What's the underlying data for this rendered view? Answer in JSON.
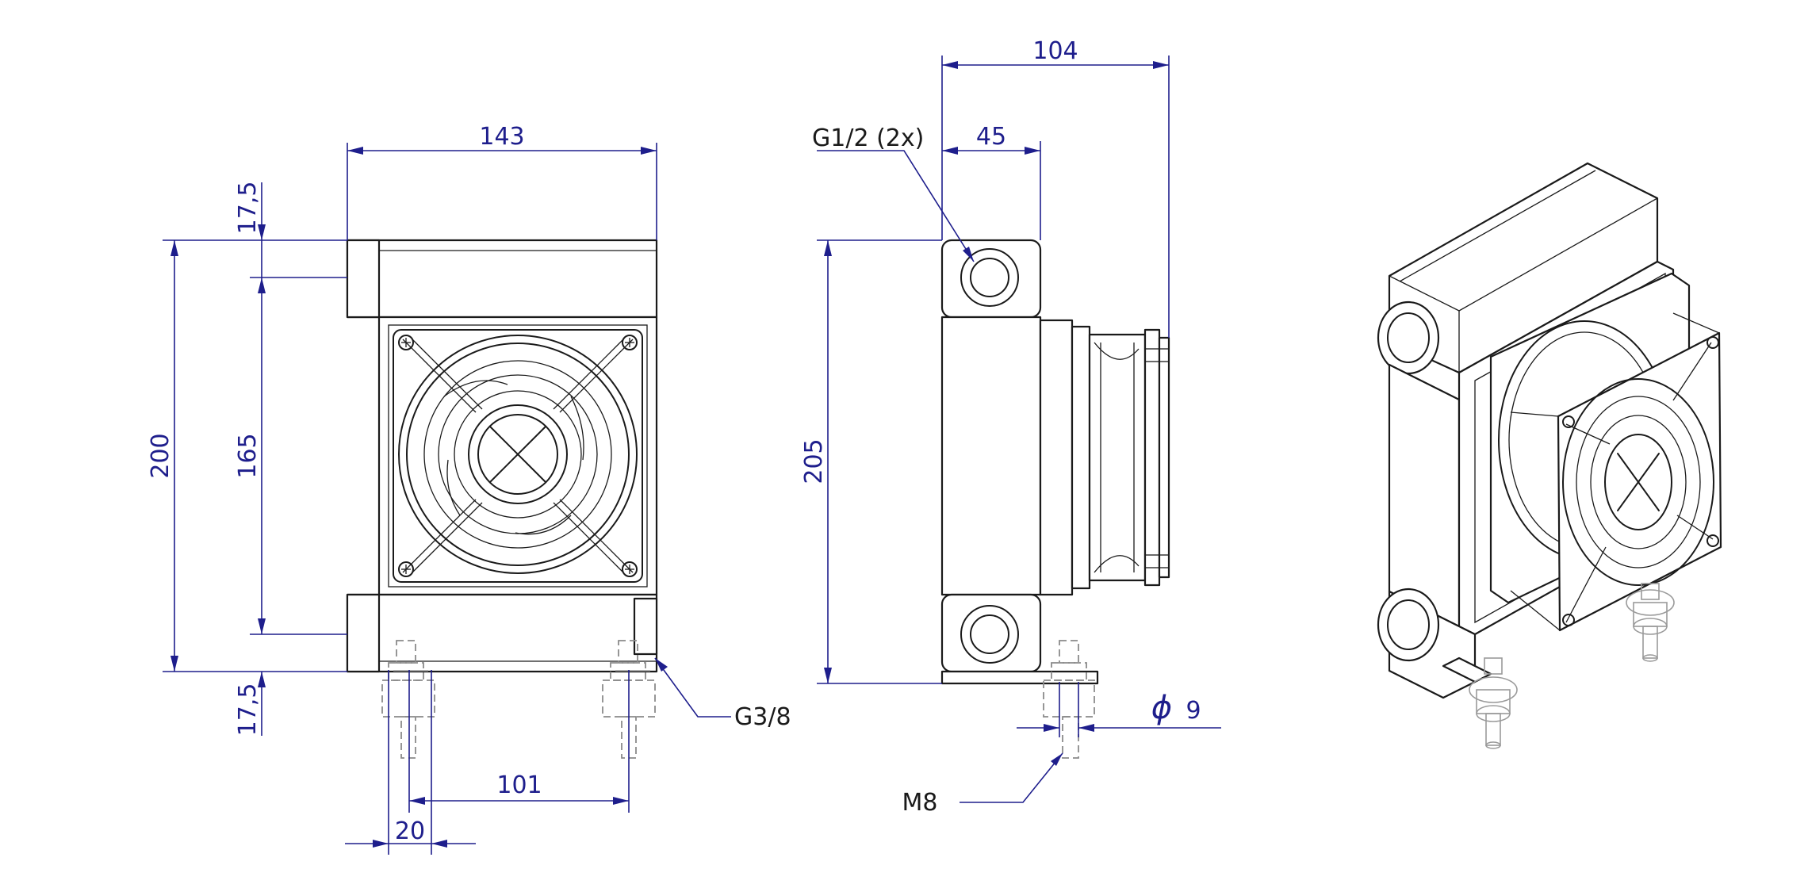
{
  "dimensions": {
    "front_width": "143",
    "front_top_offset": "17,5",
    "front_height": "200",
    "front_inner_height": "165",
    "front_bottom_offset": "17,5",
    "port_spacing": "101",
    "port_offset": "20",
    "side_depth": "104",
    "side_port_offset": "45",
    "side_height": "205",
    "hole_diameter_symbol": "ϕ",
    "hole_diameter": "9"
  },
  "callouts": {
    "inlet_thread": "G1/2 (2x)",
    "drain_thread": "G3/8",
    "mount_bolt": "M8"
  }
}
